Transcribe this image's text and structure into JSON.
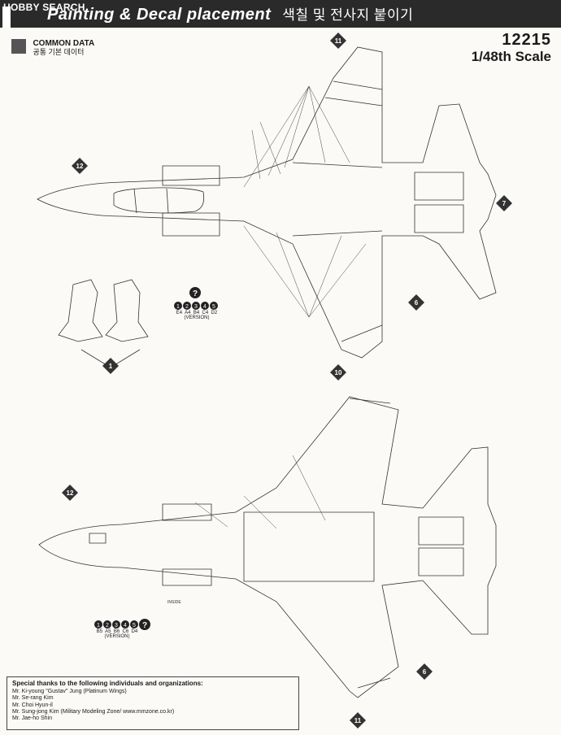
{
  "header": {
    "logo_text": "HOBBY SEARCH",
    "title_en": "Painting & Decal placement",
    "title_ko": "색칠 및 전사지 붙이기"
  },
  "common_data": {
    "label_en": "COMMON DATA",
    "label_ko": "공통 기본 데이터"
  },
  "kit": {
    "number": "12215",
    "scale": "1/48th Scale"
  },
  "version_top": {
    "codes": [
      "E4",
      "A4",
      "B4",
      "C4",
      "D2"
    ],
    "label": "(VERSION)"
  },
  "version_bottom": {
    "codes": [
      "B5",
      "A5",
      "B6",
      "C6",
      "D4"
    ],
    "label": "(VERSION)"
  },
  "markers": {
    "m11": "11",
    "m12": "12",
    "m7": "7",
    "m6": "6",
    "m10": "10",
    "m1": "1",
    "inside": "INSIDE"
  },
  "thanks": {
    "title": "Special thanks to the following individuals and organizations:",
    "lines": [
      "Mr. Ki-young \"Gustav\" Jung (Platinum Wings)",
      "Mr. Se-rang Kim",
      "Mr. Choi Hyun-il",
      "Mr. Sung-jong Kim (Military Modeling Zone/ www.mmzone.co.kr)",
      "Mr. Jae-ho Shin"
    ]
  }
}
